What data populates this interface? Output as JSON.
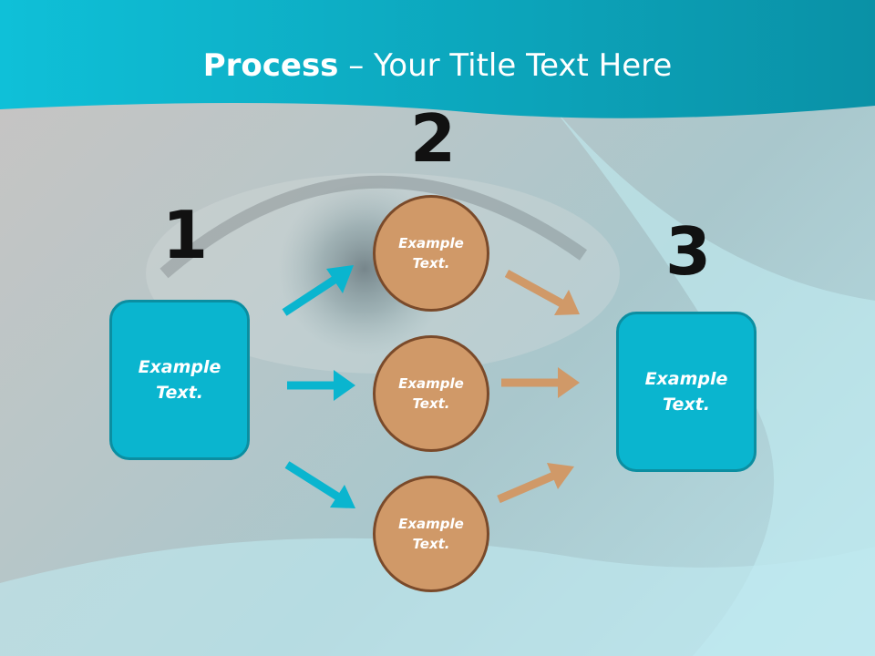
{
  "title": {
    "bold": "Process",
    "rest": " – Your Title Text Here"
  },
  "steps": [
    "1",
    "2",
    "3"
  ],
  "left_box": {
    "text": "Example Text."
  },
  "circles": [
    {
      "text": "Example Text."
    },
    {
      "text": "Example Text."
    },
    {
      "text": "Example Text."
    }
  ],
  "right_box": {
    "text": "Example Text."
  },
  "colors": {
    "teal": "#0ab5cf",
    "tan": "#d09968",
    "circle_border": "#7a4a2a",
    "box_border": "#0b8ea1"
  }
}
